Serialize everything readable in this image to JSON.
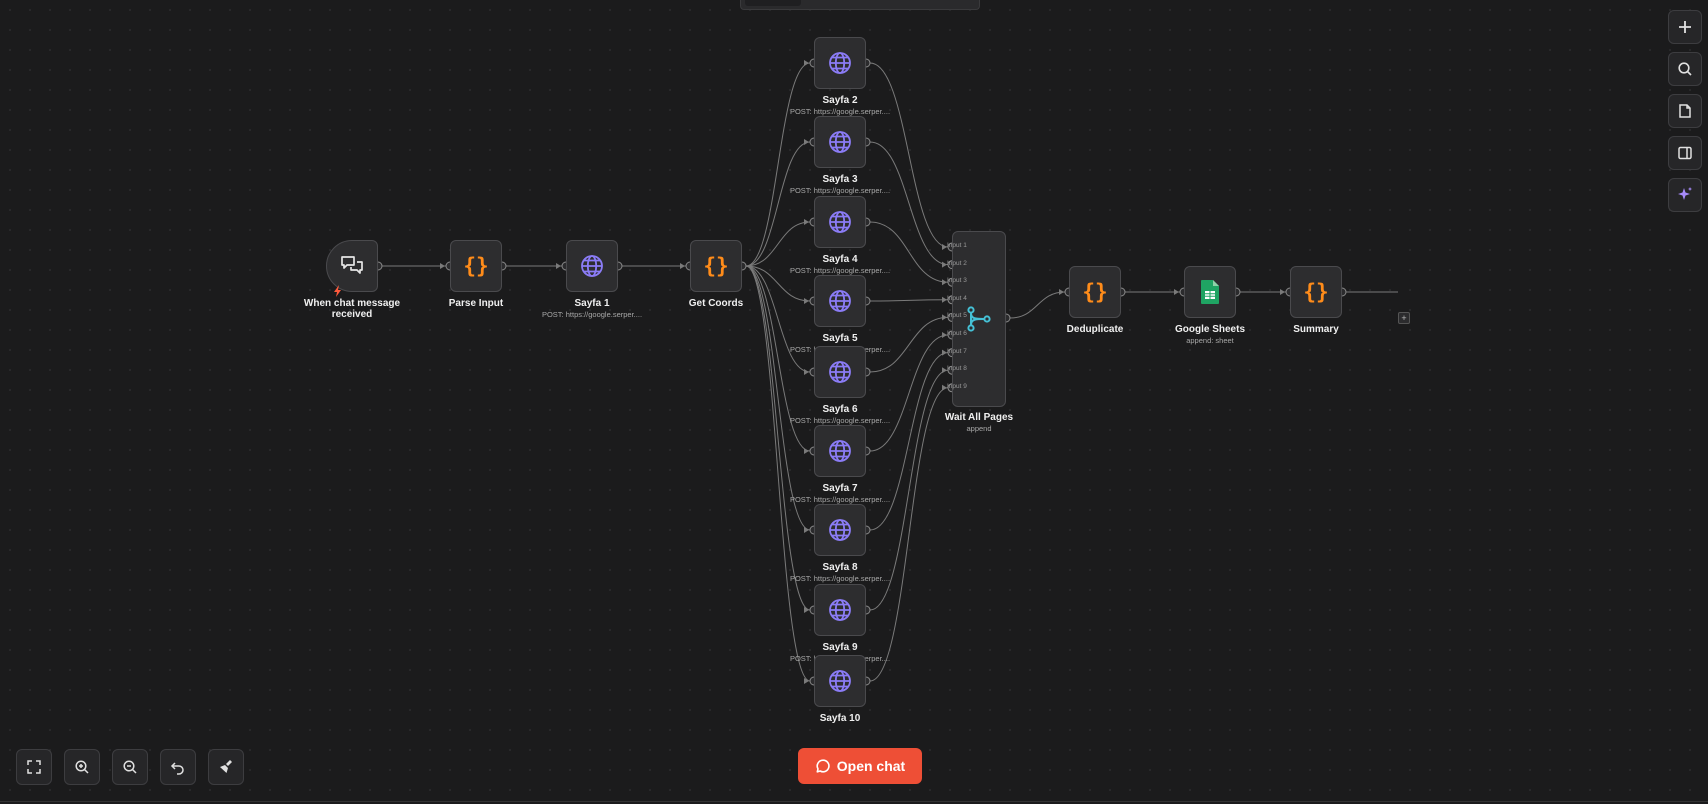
{
  "nodes": [
    {
      "id": "trigger",
      "label": "When chat message received",
      "subtitle": "",
      "icon": "chat-bubbles-icon",
      "kind": "trigger"
    },
    {
      "id": "parse",
      "label": "Parse Input",
      "subtitle": "",
      "icon": "code-braces-icon",
      "kind": "code"
    },
    {
      "id": "sayfa1",
      "label": "Sayfa 1",
      "subtitle": "POST: https://google.serper....",
      "icon": "globe-icon",
      "kind": "http"
    },
    {
      "id": "coords",
      "label": "Get Coords",
      "subtitle": "",
      "icon": "code-braces-icon",
      "kind": "code"
    },
    {
      "id": "sayfa2",
      "label": "Sayfa 2",
      "subtitle": "POST: https://google.serper....",
      "icon": "globe-icon",
      "kind": "http"
    },
    {
      "id": "sayfa3",
      "label": "Sayfa 3",
      "subtitle": "POST: https://google.serper....",
      "icon": "globe-icon",
      "kind": "http"
    },
    {
      "id": "sayfa4",
      "label": "Sayfa 4",
      "subtitle": "POST: https://google.serper....",
      "icon": "globe-icon",
      "kind": "http"
    },
    {
      "id": "sayfa5",
      "label": "Sayfa 5",
      "subtitle": "POST: https://google.serper....",
      "icon": "globe-icon",
      "kind": "http"
    },
    {
      "id": "sayfa6",
      "label": "Sayfa 6",
      "subtitle": "POST: https://google.serper....",
      "icon": "globe-icon",
      "kind": "http"
    },
    {
      "id": "sayfa7",
      "label": "Sayfa 7",
      "subtitle": "POST: https://google.serper....",
      "icon": "globe-icon",
      "kind": "http"
    },
    {
      "id": "sayfa8",
      "label": "Sayfa 8",
      "subtitle": "POST: https://google.serper....",
      "icon": "globe-icon",
      "kind": "http"
    },
    {
      "id": "sayfa9",
      "label": "Sayfa 9",
      "subtitle": "POST: https://google.serper....",
      "icon": "globe-icon",
      "kind": "http"
    },
    {
      "id": "sayfa10",
      "label": "Sayfa 10",
      "subtitle": "",
      "icon": "globe-icon",
      "kind": "http"
    },
    {
      "id": "merge",
      "label": "Wait All Pages",
      "subtitle": "append",
      "icon": "merge-icon",
      "kind": "merge"
    },
    {
      "id": "dedupe",
      "label": "Deduplicate",
      "subtitle": "",
      "icon": "code-braces-icon",
      "kind": "code"
    },
    {
      "id": "sheets",
      "label": "Google Sheets",
      "subtitle": "append: sheet",
      "icon": "google-sheets-icon",
      "kind": "sheets"
    },
    {
      "id": "summary",
      "label": "Summary",
      "subtitle": "",
      "icon": "code-braces-icon",
      "kind": "code"
    }
  ],
  "merge_inputs": [
    "Input 1",
    "Input 2",
    "Input 3",
    "Input 4",
    "Input 5",
    "Input 6",
    "Input 7",
    "Input 8",
    "Input 9"
  ],
  "connections": [
    [
      "trigger",
      "parse"
    ],
    [
      "parse",
      "sayfa1"
    ],
    [
      "sayfa1",
      "coords"
    ],
    [
      "coords",
      "sayfa2"
    ],
    [
      "coords",
      "sayfa3"
    ],
    [
      "coords",
      "sayfa4"
    ],
    [
      "coords",
      "sayfa5"
    ],
    [
      "coords",
      "sayfa6"
    ],
    [
      "coords",
      "sayfa7"
    ],
    [
      "coords",
      "sayfa8"
    ],
    [
      "coords",
      "sayfa9"
    ],
    [
      "coords",
      "sayfa10"
    ],
    [
      "sayfa2",
      "merge",
      0
    ],
    [
      "sayfa3",
      "merge",
      1
    ],
    [
      "sayfa4",
      "merge",
      2
    ],
    [
      "sayfa5",
      "merge",
      3
    ],
    [
      "sayfa6",
      "merge",
      4
    ],
    [
      "sayfa7",
      "merge",
      5
    ],
    [
      "sayfa8",
      "merge",
      6
    ],
    [
      "sayfa9",
      "merge",
      7
    ],
    [
      "sayfa10",
      "merge",
      8
    ],
    [
      "merge",
      "dedupe"
    ],
    [
      "dedupe",
      "sheets"
    ],
    [
      "sheets",
      "summary"
    ]
  ],
  "right_toolbar": [
    {
      "name": "add-node-button",
      "icon": "plus-icon"
    },
    {
      "name": "search-nodes-button",
      "icon": "search-icon"
    },
    {
      "name": "sticky-note-button",
      "icon": "note-icon"
    },
    {
      "name": "toggle-panel-button",
      "icon": "panel-icon"
    },
    {
      "name": "ai-assistant-button",
      "icon": "sparkle-icon"
    }
  ],
  "bottom_toolbar": [
    {
      "name": "fit-view-button",
      "icon": "fullscreen-icon"
    },
    {
      "name": "zoom-in-button",
      "icon": "zoom-in-icon"
    },
    {
      "name": "zoom-out-button",
      "icon": "zoom-out-icon"
    },
    {
      "name": "undo-button",
      "icon": "undo-icon"
    },
    {
      "name": "tidy-up-button",
      "icon": "broom-icon"
    }
  ],
  "open_chat": {
    "label": "Open chat",
    "icon": "chat-icon",
    "color": "#ee4f36"
  },
  "colors": {
    "code": "#ff8c1a",
    "http": "#8b7cf6",
    "merge": "#45c1d6",
    "sheets": "#1fa463",
    "trigger_bolt": "#ff5a3c",
    "edge": "#7a7a7a"
  }
}
